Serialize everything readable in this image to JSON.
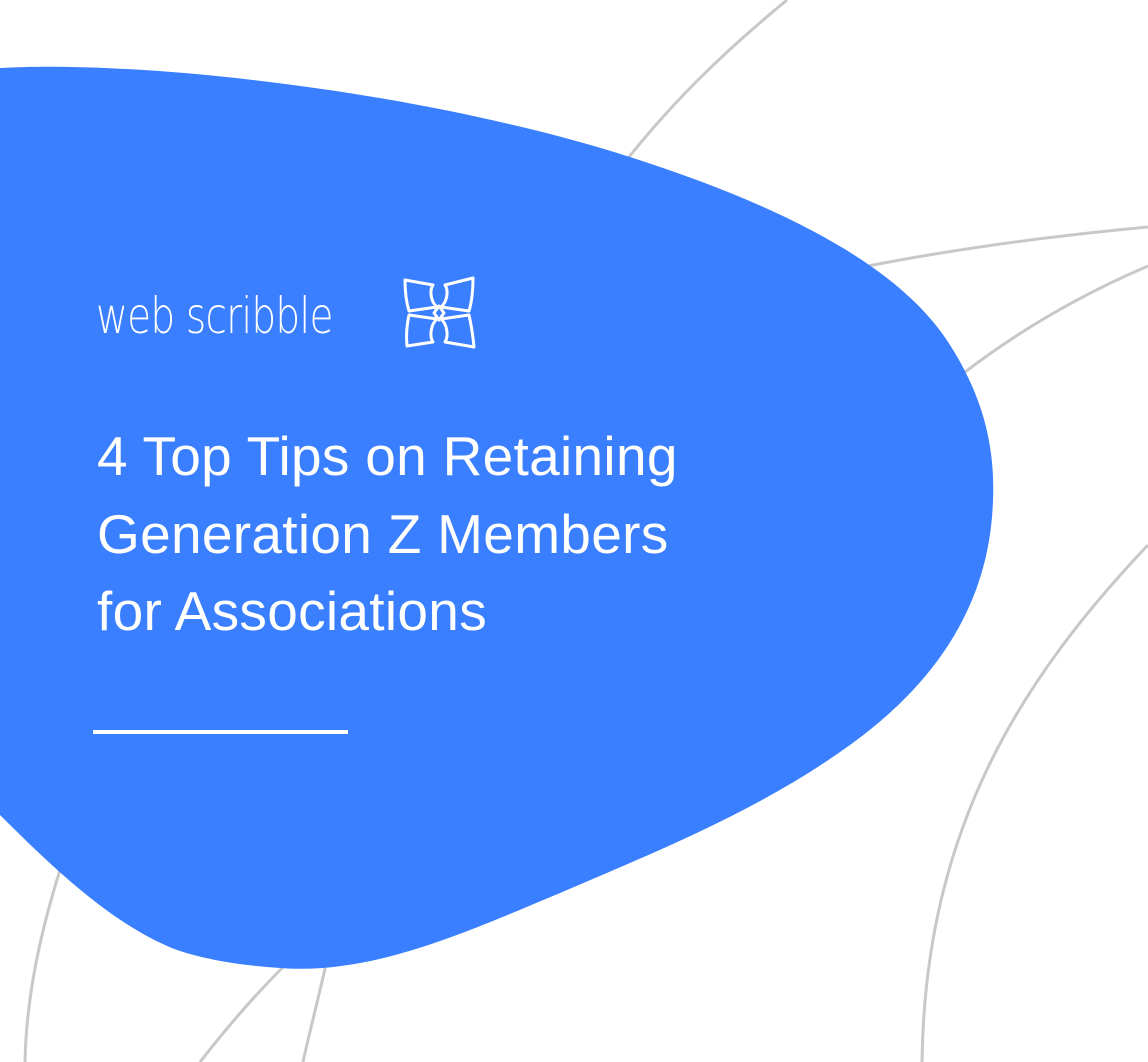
{
  "brand": {
    "name": "web scribble",
    "logo_icon": "four-petal-flower-icon"
  },
  "title": {
    "lines": [
      "4 Top Tips on Retaining",
      "Generation Z Members",
      "for Associations"
    ]
  },
  "colors": {
    "blob": "#3a7fff",
    "lines": "#c8c8c8",
    "text": "#ffffff",
    "background": "#ffffff"
  }
}
